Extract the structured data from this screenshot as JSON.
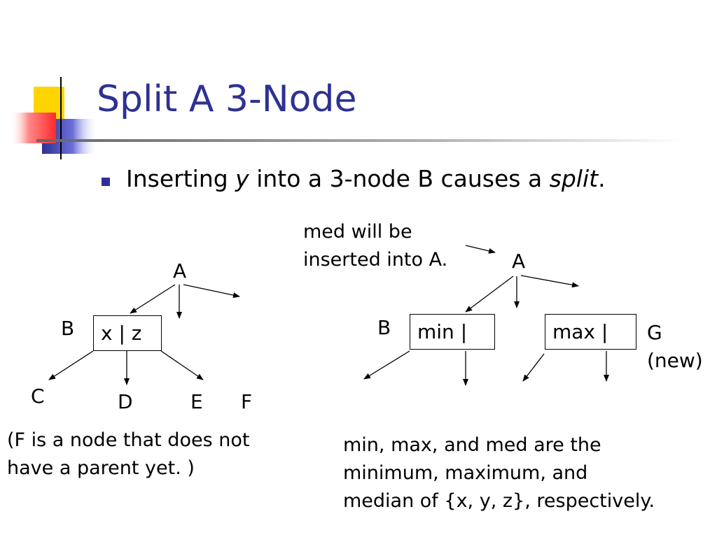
{
  "slide": {
    "title": "Split A 3-Node",
    "bullet": {
      "prefix": "Inserting ",
      "var_y": "y",
      "middle": " into a 3-node B causes a ",
      "emph": "split",
      "suffix": "."
    }
  },
  "left_tree": {
    "parent_label": "A",
    "node_label": "B",
    "node_keys": "x | z",
    "children": [
      "C",
      "D",
      "E",
      "F"
    ],
    "note_lines": [
      "(F is a node that does not",
      "have a parent yet. )"
    ]
  },
  "right_tree": {
    "callout_lines": [
      "med will be",
      "inserted into A."
    ],
    "parent_label": "A",
    "left_node_label": "B",
    "left_node_keys": "min |",
    "right_node_keys": "max |",
    "right_node_label_lines": [
      "G",
      "(new)"
    ],
    "note_lines": [
      "min, max, and med are the",
      "minimum, maximum, and",
      "median of {x, y, z}, respectively."
    ]
  }
}
